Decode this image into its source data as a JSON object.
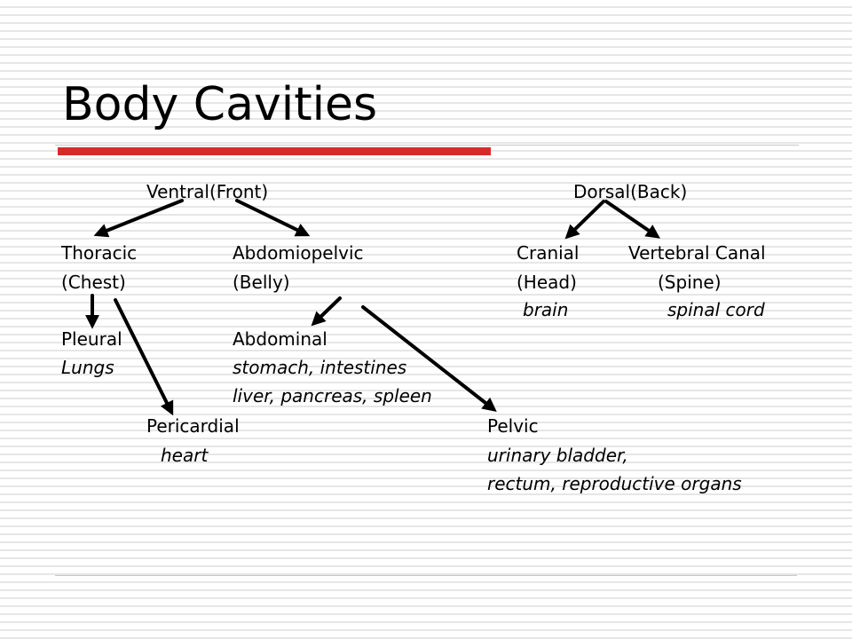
{
  "slide": {
    "title": "Body Cavities",
    "accent_color": "#d62a2a",
    "rule_color": "#c8c8c8"
  },
  "diagram": {
    "ventral": {
      "label": "Ventral(Front)"
    },
    "dorsal": {
      "label": "Dorsal(Back)"
    },
    "thoracic": {
      "name": "Thoracic",
      "common": "(Chest)"
    },
    "abdominopelvic": {
      "name": "Abdomiopelvic",
      "common": "(Belly)"
    },
    "cranial": {
      "name": "Cranial",
      "common": "(Head)",
      "organs": "brain"
    },
    "vertebral": {
      "name": "Vertebral Canal",
      "common": "(Spine)",
      "organs": "spinal cord"
    },
    "pleural": {
      "name": "Pleural",
      "organs": "Lungs"
    },
    "abdominal": {
      "name": "Abdominal",
      "organs_line1": "stomach, intestines",
      "organs_line2": "liver, pancreas, spleen"
    },
    "pericardial": {
      "name": "Pericardial",
      "organs": "heart"
    },
    "pelvic": {
      "name": "Pelvic",
      "organs_line1": "urinary bladder,",
      "organs_line2": "rectum, reproductive organs"
    }
  }
}
